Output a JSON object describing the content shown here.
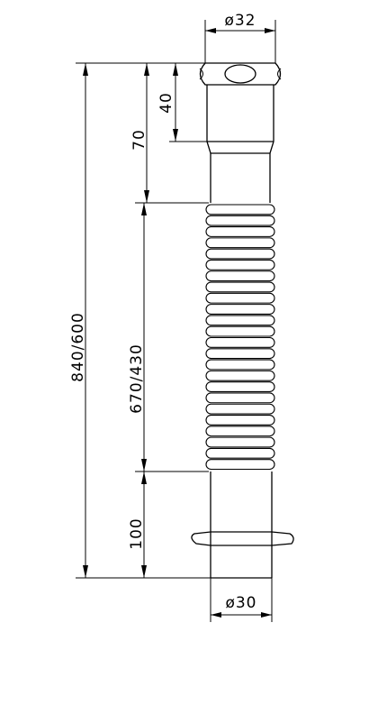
{
  "dimensions": {
    "top_diameter": "ø32",
    "bottom_diameter": "ø30",
    "overall_length": "840/600",
    "top_section": "70",
    "top_nut": "40",
    "corrugated_length": "670/430",
    "bottom_section": "100"
  },
  "corrugation": {
    "rib_count": 24
  }
}
